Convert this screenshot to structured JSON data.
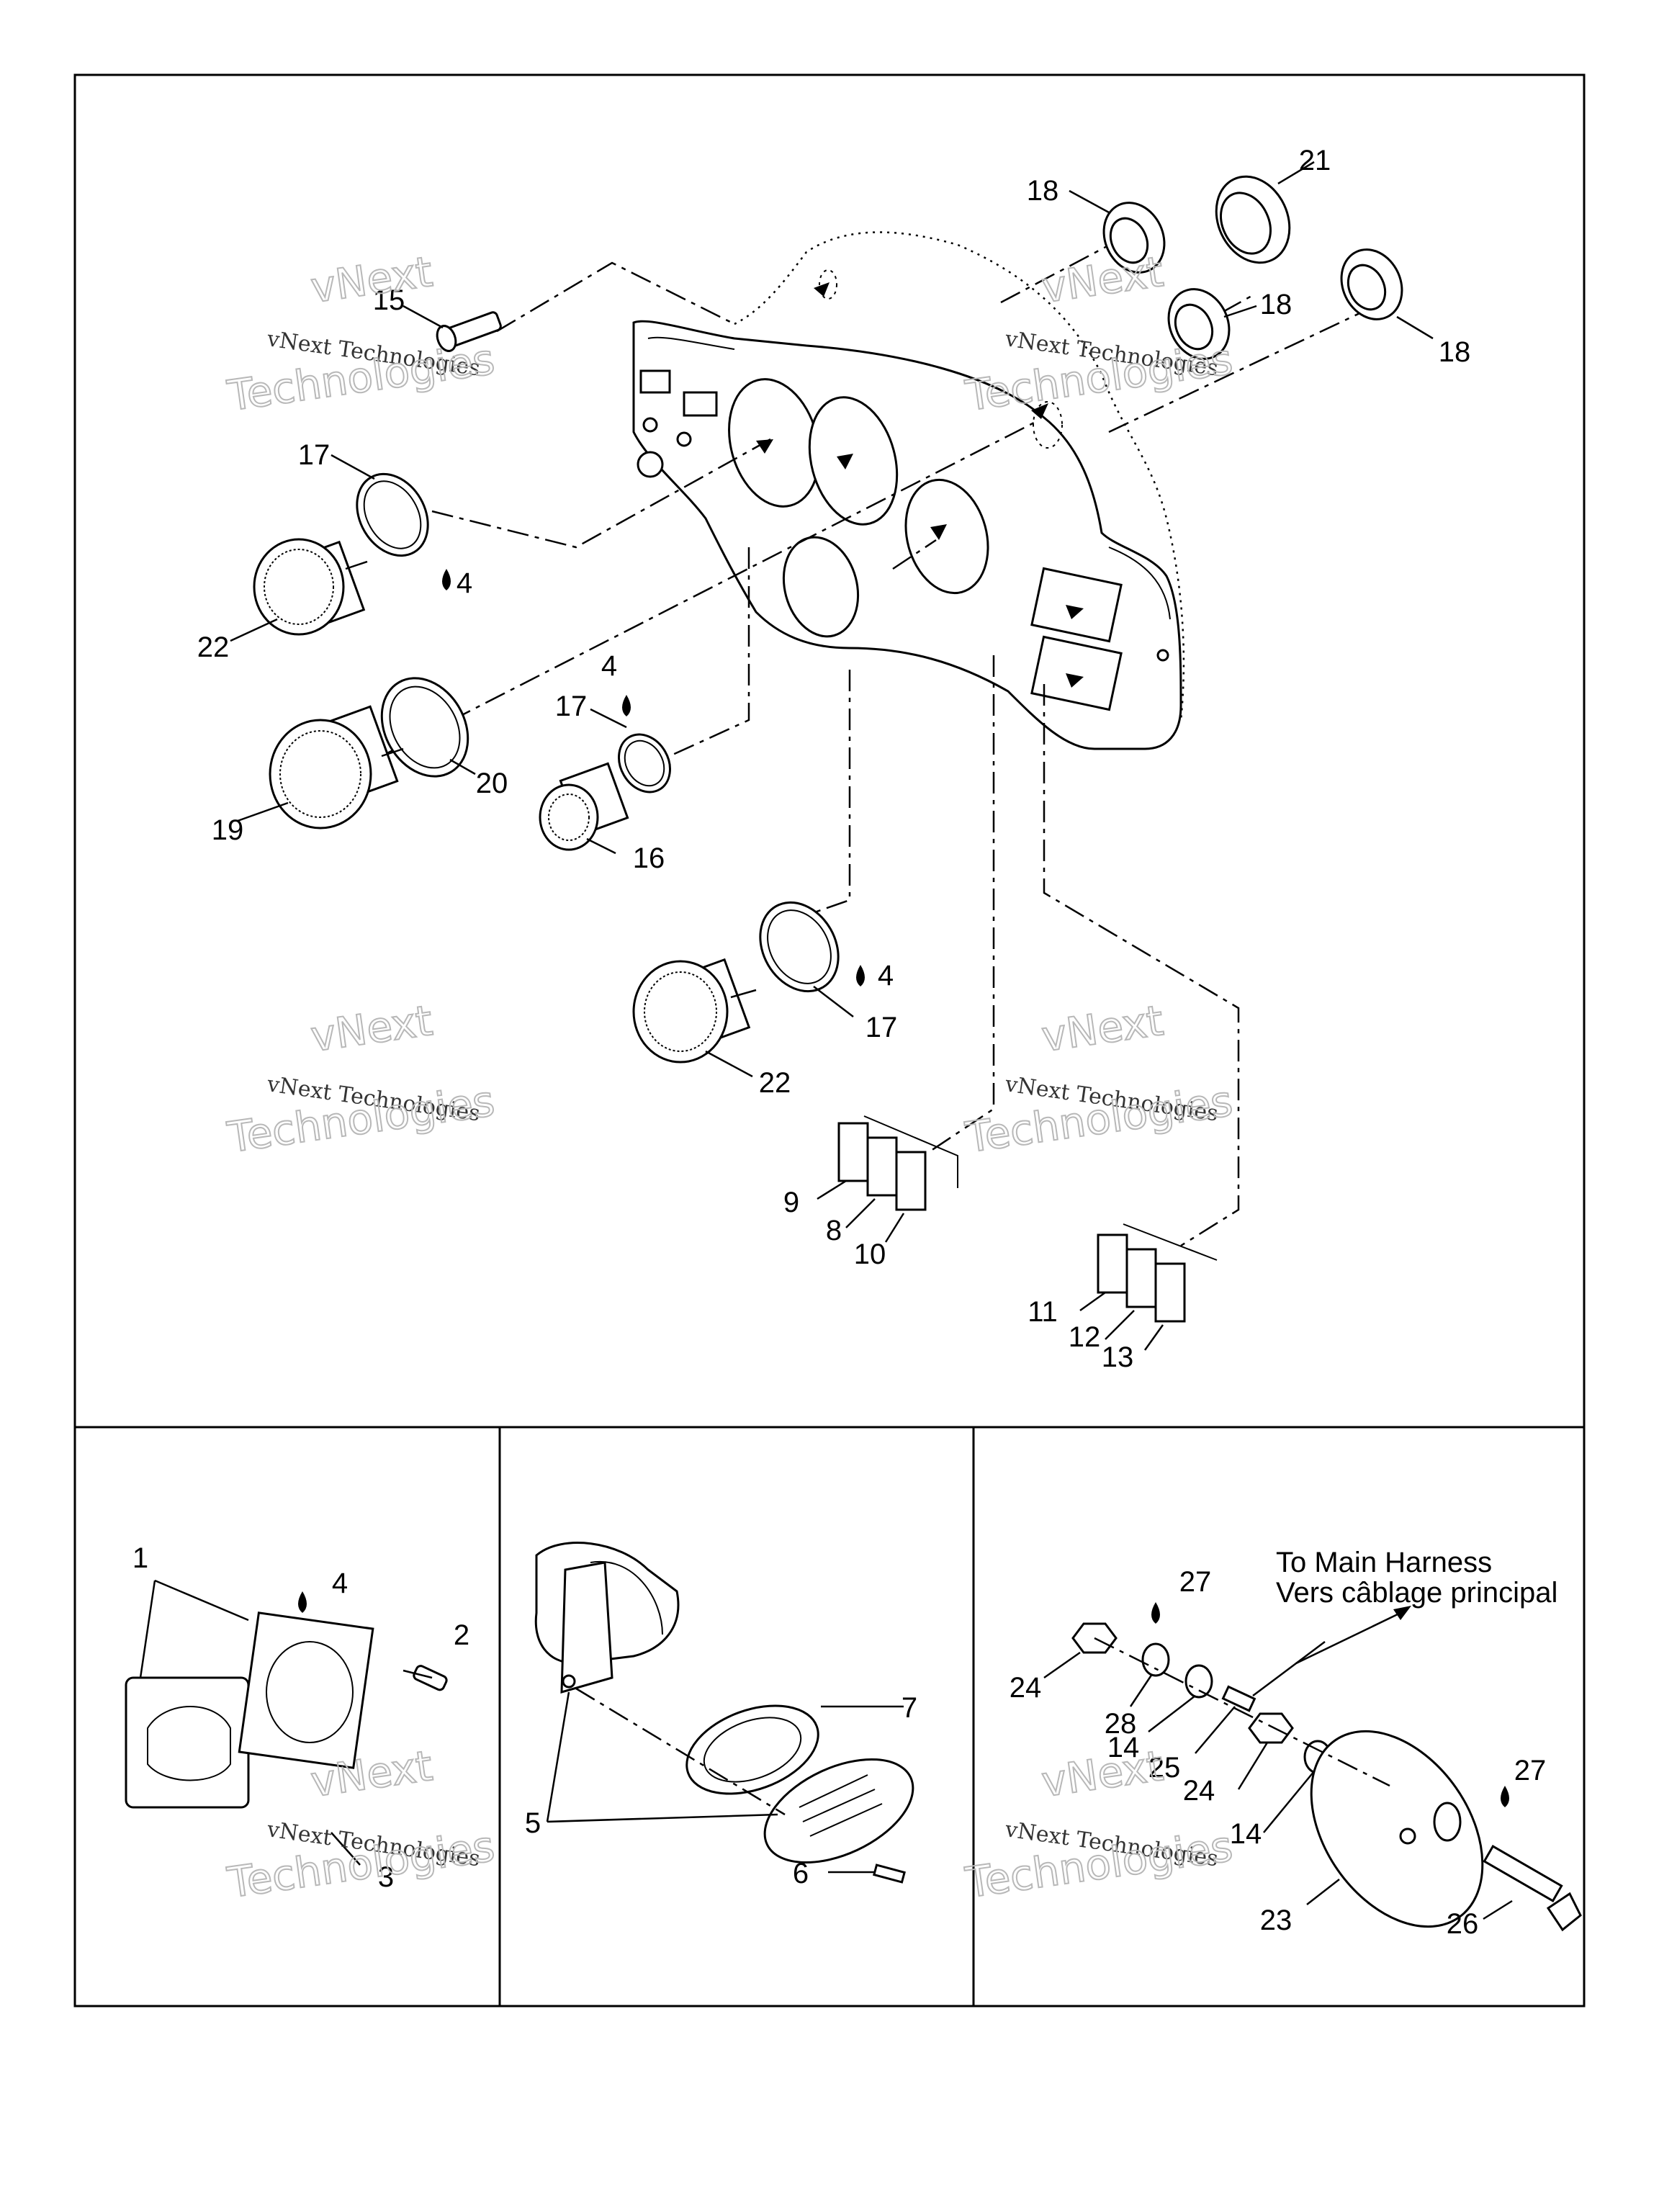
{
  "callouts": [
    {
      "label": "15"
    },
    {
      "label": "18"
    },
    {
      "label": "21"
    },
    {
      "label": "18"
    },
    {
      "label": "18"
    },
    {
      "label": "17"
    },
    {
      "label": "4"
    },
    {
      "label": "22"
    },
    {
      "label": "4"
    },
    {
      "label": "17"
    },
    {
      "label": "20"
    },
    {
      "label": "19"
    },
    {
      "label": "16"
    },
    {
      "label": "4"
    },
    {
      "label": "17"
    },
    {
      "label": "22"
    },
    {
      "label": "9"
    },
    {
      "label": "8"
    },
    {
      "label": "10"
    },
    {
      "label": "11"
    },
    {
      "label": "12"
    },
    {
      "label": "13"
    },
    {
      "label": "1"
    },
    {
      "label": "4"
    },
    {
      "label": "2"
    },
    {
      "label": "3"
    },
    {
      "label": "7"
    },
    {
      "label": "5"
    },
    {
      "label": "6"
    },
    {
      "label": "27"
    },
    {
      "label": "24"
    },
    {
      "label": "28"
    },
    {
      "label": "14"
    },
    {
      "label": "25"
    },
    {
      "label": "24"
    },
    {
      "label": "14"
    },
    {
      "label": "27"
    },
    {
      "label": "23"
    },
    {
      "label": "26"
    }
  ],
  "harness_note": {
    "line1": "To Main Harness",
    "line2": "Vers câblage principal"
  },
  "watermark": {
    "line1": "vNext Technologies",
    "line2": "Technologies",
    "line3": "vNext"
  }
}
